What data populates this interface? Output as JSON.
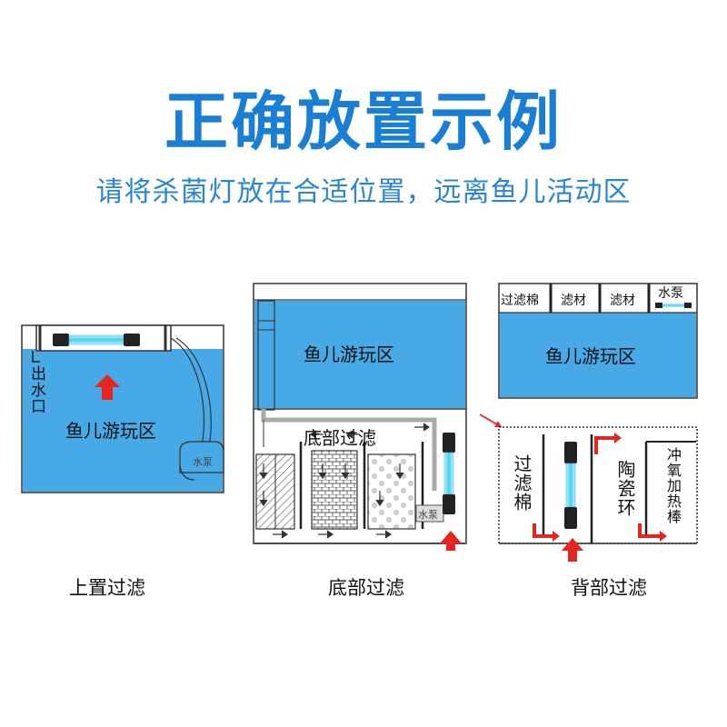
{
  "title": "正确放置示例",
  "subtitle": "请将杀菌灯放在合适位置，远离鱼儿活动区",
  "colors": {
    "title": "#1a7fd4",
    "subtitle": "#2a86d0",
    "water": "#47a9e6",
    "arrow": "#e52520",
    "lamp_glow": "#4ad7f0"
  },
  "panels": {
    "top_filter": {
      "caption": "上置过滤",
      "fish_zone": "鱼儿游玩区",
      "outlet": "出水口",
      "pump": "水泵"
    },
    "bottom_filter": {
      "caption": "底部过滤",
      "fish_zone": "鱼儿游玩区",
      "filter_zone": "底部过滤",
      "pump": "水泵"
    },
    "back_filter": {
      "caption": "背部过滤",
      "fish_zone": "鱼儿游玩区",
      "top_compartments": [
        "过滤棉",
        "滤材",
        "滤材",
        "水泵"
      ],
      "filter_cotton": "过滤棉",
      "ceramic_ring": "陶瓷环",
      "oxygen_heater": "冲氧加热棒"
    }
  }
}
